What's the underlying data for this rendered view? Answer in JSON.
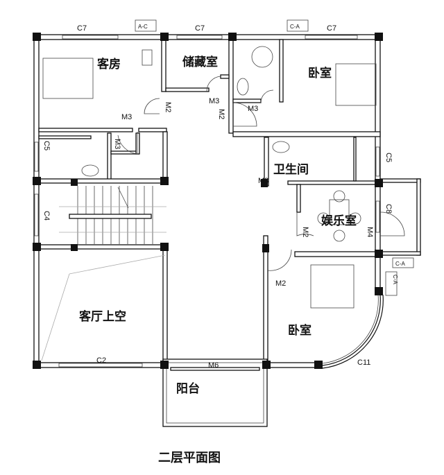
{
  "title": "二层平面图",
  "rooms": {
    "guest_room": "客房",
    "storage": "储藏室",
    "bedroom_ne": "卧室",
    "bathroom": "卫生间",
    "recreation": "娱乐室",
    "living_void": "客厅上空",
    "bedroom_se": "卧室",
    "balcony": "阳台"
  },
  "codes": {
    "c7_a": "C7",
    "c7_b": "C7",
    "c7_c": "C7",
    "m3_a": "M3",
    "m3_b": "M3",
    "m3_c": "M3",
    "m3_d": "M3",
    "m3_e": "M3",
    "m2_a": "M2",
    "m2_b": "M2",
    "m2_c": "M2",
    "m2_d": "M2",
    "c5_a": "C5",
    "c5_b": "C5",
    "c4": "C4",
    "c8": "C8",
    "c2": "C2",
    "c11": "C11",
    "m4": "M4",
    "m6": "M6"
  },
  "ac_marks": {
    "a": "A-C",
    "b": "C-A",
    "c": "C-A",
    "d": "C-A"
  }
}
